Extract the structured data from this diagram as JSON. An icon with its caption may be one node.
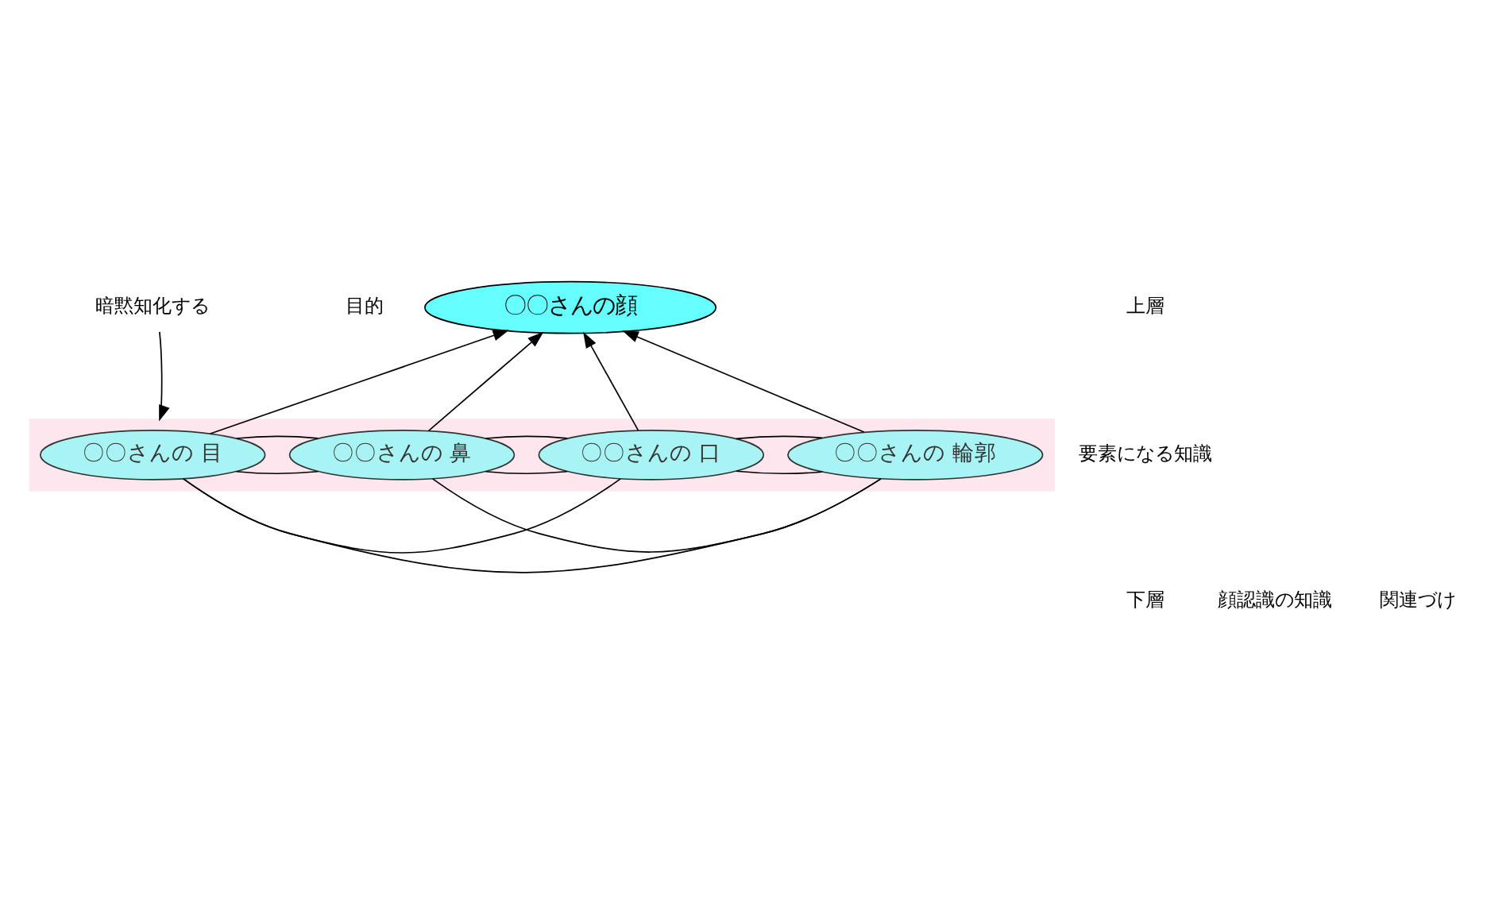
{
  "diagram": {
    "nodes": [
      {
        "text": [
          "〇〇さんの顔"
        ],
        "beside": [
          "目的"
        ]
      },
      {
        "text": [
          "暗黙知化する"
        ]
      },
      {
        "text": [],
        "shape": "band"
      },
      {
        "text": [
          "〇〇さんの 目"
        ],
        "in": 2
      },
      {
        "text": [
          "〇〇さんの 鼻"
        ],
        "in": 2
      },
      {
        "text": [
          "〇〇さんの 口"
        ],
        "in": 2
      },
      {
        "text": [
          "〇〇さんの 輪郭"
        ],
        "in": 2
      }
    ],
    "edges": [
      {
        "from": 3,
        "to": 0,
        "arrow": "to"
      },
      {
        "from": 4,
        "to": 0,
        "arrow": "to"
      },
      {
        "from": 5,
        "to": 0,
        "arrow": "to"
      },
      {
        "from": 6,
        "to": 0,
        "arrow": "to"
      },
      {
        "from": 1,
        "to": 2,
        "arrow": "to"
      },
      {
        "from": 3,
        "to": 4,
        "arrow": "none"
      },
      {
        "from": 4,
        "to": 5,
        "arrow": "none"
      },
      {
        "from": 5,
        "to": 6,
        "arrow": "none"
      },
      {
        "from": 3,
        "to": 4,
        "arrow": "none"
      },
      {
        "from": 4,
        "to": 5,
        "arrow": "none"
      },
      {
        "from": 3,
        "to": 5,
        "arrow": "none"
      },
      {
        "from": 4,
        "to": 6,
        "arrow": "none"
      },
      {
        "from": 5,
        "to": 6,
        "arrow": "none"
      },
      {
        "from": 3,
        "to": 6,
        "arrow": "none"
      }
    ],
    "labels": [
      "上層",
      "要素になる知識",
      "下層",
      "顔認識の知識",
      "関連づけ"
    ]
  }
}
